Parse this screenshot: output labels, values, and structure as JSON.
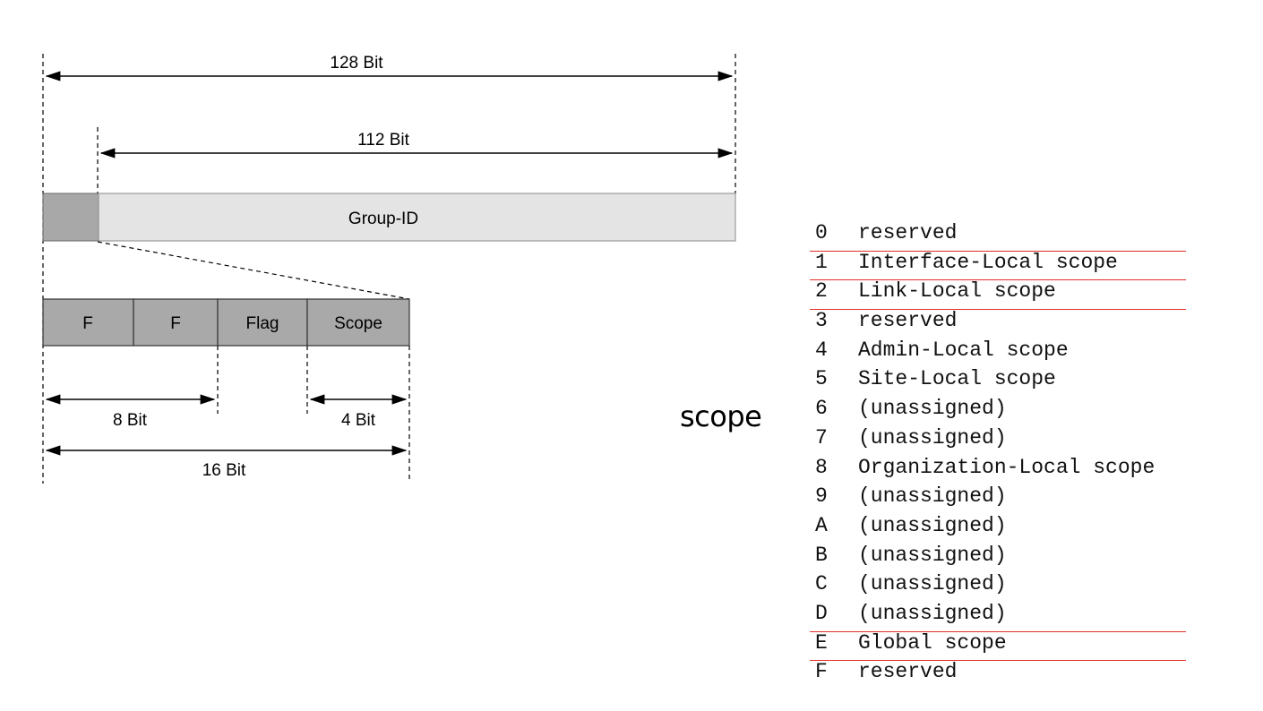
{
  "diagram": {
    "dim_total": "128 Bit",
    "dim_group": "112 Bit",
    "group_id_label": "Group-ID",
    "field_f1": "F",
    "field_f2": "F",
    "field_flag": "Flag",
    "field_scope": "Scope",
    "dim_8": "8 Bit",
    "dim_4": "4 Bit",
    "dim_16": "16 Bit"
  },
  "scope_heading": "scope",
  "scope_table": [
    {
      "code": "0",
      "meaning": "reserved"
    },
    {
      "code": "1",
      "meaning": "Interface-Local scope",
      "underlined": true
    },
    {
      "code": "2",
      "meaning": "Link-Local scope",
      "underlined": true
    },
    {
      "code": "3",
      "meaning": "reserved"
    },
    {
      "code": "4",
      "meaning": "Admin-Local scope"
    },
    {
      "code": "5",
      "meaning": "Site-Local scope"
    },
    {
      "code": "6",
      "meaning": "(unassigned)"
    },
    {
      "code": "7",
      "meaning": "(unassigned)"
    },
    {
      "code": "8",
      "meaning": "Organization-Local scope"
    },
    {
      "code": "9",
      "meaning": "(unassigned)"
    },
    {
      "code": "A",
      "meaning": "(unassigned)"
    },
    {
      "code": "B",
      "meaning": "(unassigned)"
    },
    {
      "code": "C",
      "meaning": "(unassigned)"
    },
    {
      "code": "D",
      "meaning": "(unassigned)"
    },
    {
      "code": "E",
      "meaning": "Global scope",
      "underlined": true
    },
    {
      "code": "F",
      "meaning": "reserved"
    }
  ],
  "colors": {
    "prefix_fill": "#a8a8a8",
    "group_fill": "#e4e4e4",
    "field_fill": "#a9a9a9",
    "underline": "#e0302a"
  }
}
